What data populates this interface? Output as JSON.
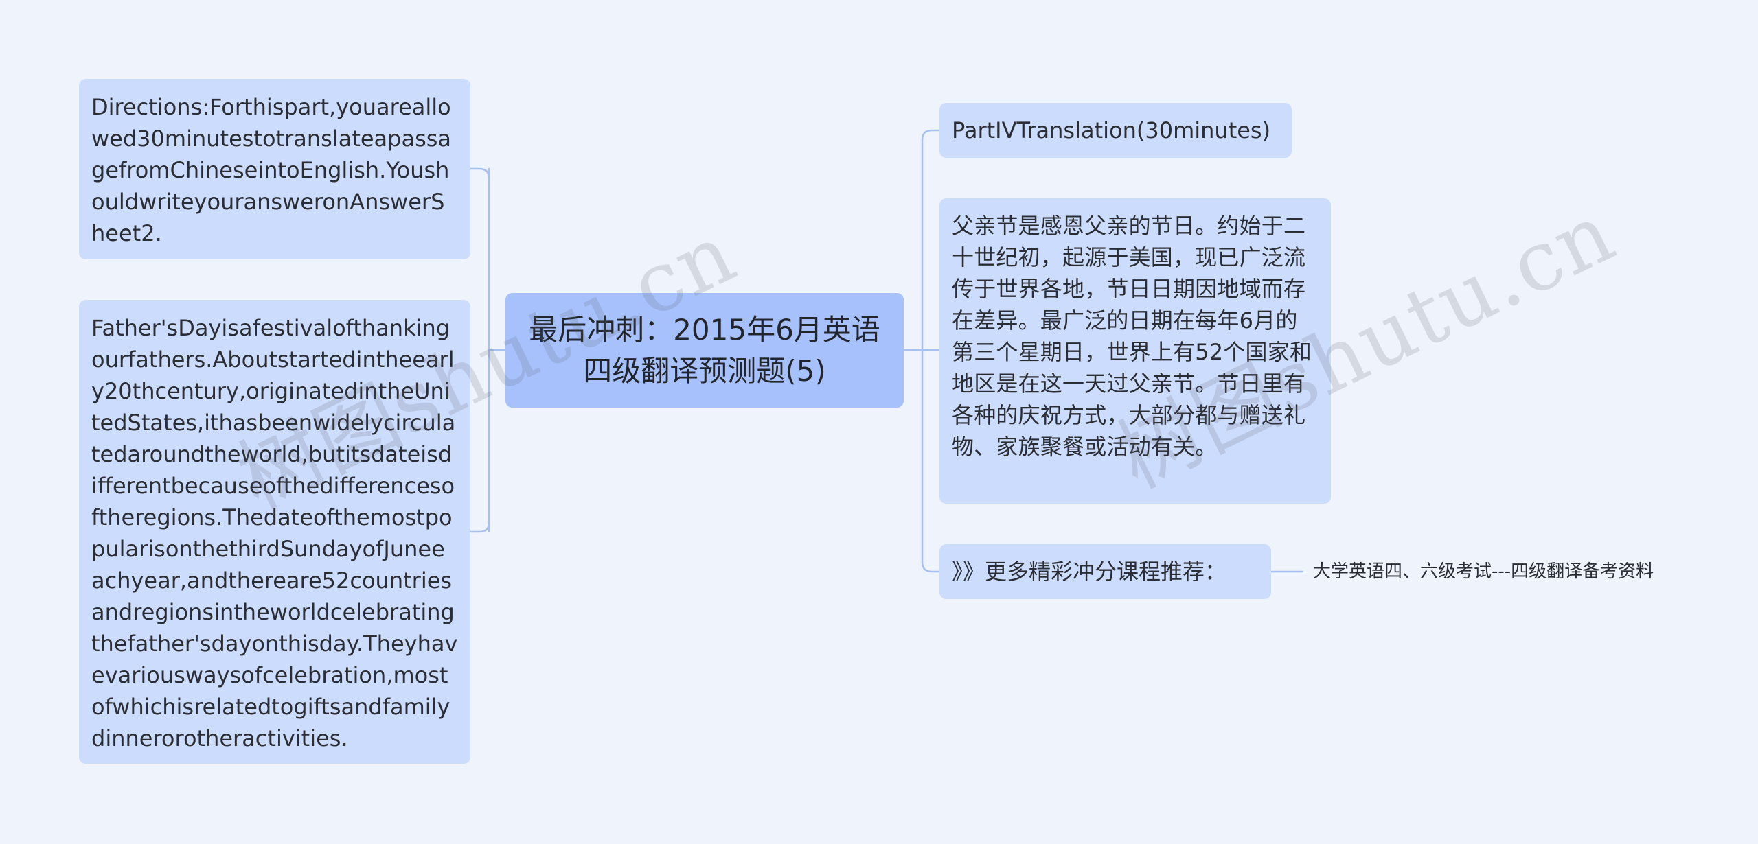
{
  "mindmap": {
    "root": "最后冲刺：2015年6月英语四级翻译预测题(5)",
    "left_nodes": [
      "Directions:Forthispart,youareallowed30minutestotranslateapassagefromChineseintoEnglish.YoushouldwriteyouransweronAnswerSheet2.",
      "Father'sDayisafestivalofthankingourfathers.Aboutstartedintheearly20thcentury,originatedintheUnitedStates,ithasbeenwidelycirculatedaroundtheworld,butitsdateisdifferentbecauseofthedifferencesoftheregions.ThedateofthemostpopularisonthethirdSundayofJuneeachyear,andthereare52countriesandregionsintheworldcelebratingthefather'sdayonthisday.Theyhavevariouswaysofcelebration,mostofwhichisrelatedtogiftsandfamilydinnerorotheractivities."
    ],
    "right_nodes": [
      "PartIVTranslation(30minutes)",
      "父亲节是感恩父亲的节日。约始于二十世纪初，起源于美国，现已广泛流传于世界各地，节日日期因地域而存在差异。最广泛的日期在每年6月的第三个星期日，世界上有52个国家和地区是在这一天过父亲节。节日里有各种的庆祝方式，大部分都与赠送礼物、家族聚餐或活动有关。",
      "》》更多精彩冲分课程推荐："
    ],
    "leaf": "大学英语四、六级考试---四级翻译备考资料"
  },
  "watermark": "树图shutu.cn",
  "colors": {
    "background": "#eef3fc",
    "root_fill": "#a7c1fc",
    "node_fill": "#ccdcfd",
    "connector": "#a8c0ef",
    "text": "#2a2d33"
  }
}
